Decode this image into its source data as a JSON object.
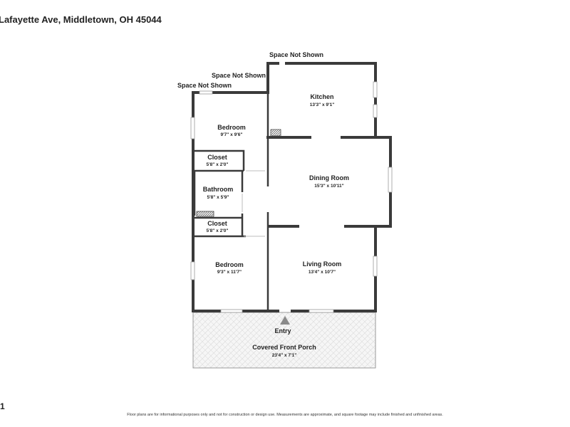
{
  "header": {
    "address": "Lafayette Ave, Middletown, OH 45044",
    "floor_label": "1"
  },
  "notes": {
    "space_not_shown": "Space Not Shown"
  },
  "rooms": {
    "kitchen": {
      "name": "Kitchen",
      "dims": "13'3\" x 9'1\""
    },
    "bedroom_top": {
      "name": "Bedroom",
      "dims": "9'7\" x 9'6\""
    },
    "closet_top": {
      "name": "Closet",
      "dims": "5'8\" x 2'0\""
    },
    "bathroom": {
      "name": "Bathroom",
      "dims": "5'8\" x 5'9\""
    },
    "closet_bottom": {
      "name": "Closet",
      "dims": "5'8\" x 2'0\""
    },
    "bedroom_bottom": {
      "name": "Bedroom",
      "dims": "9'3\" x 11'7\""
    },
    "dining_room": {
      "name": "Dining Room",
      "dims": "15'3\" x 10'11\""
    },
    "living_room": {
      "name": "Living Room",
      "dims": "13'4\" x 10'7\""
    },
    "porch": {
      "name": "Covered Front Porch",
      "dims": "23'4\" x 7'1\""
    }
  },
  "entry_label": "Entry",
  "footer": {
    "disclaimer": "Floor plans are for informational purposes only and not for construction or design use. Measurements are approximate, and square footage may include finished and unfinished areas."
  },
  "colors": {
    "wall": "#3a3a3a",
    "porch_fill": "#f4f4f4",
    "porch_pattern": "#d9d9d9"
  }
}
